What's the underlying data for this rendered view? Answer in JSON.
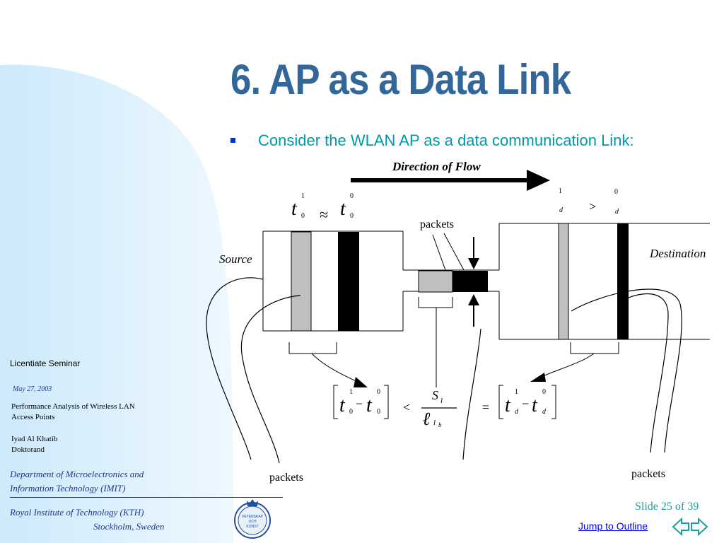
{
  "slide": {
    "title": "6. AP as a Data Link",
    "bullet": "Consider the WLAN AP as a data communication Link:"
  },
  "diagram": {
    "direction_label": "Direction of Flow",
    "source_label": "Source",
    "destination_label": "Destination",
    "packets_top": "packets",
    "packets_left": "packets",
    "packets_right": "packets",
    "source_eq": {
      "t": "t",
      "sup1": "1",
      "sub0a": "0",
      "approx": "≈",
      "t2": "t",
      "sup0": "0",
      "sub0b": "0"
    },
    "dest_eq": {
      "sup1": "1",
      "subd1": "d",
      "gt": ">",
      "sup0": "0",
      "subd2": "d"
    },
    "formula": {
      "left": {
        "t1": "t",
        "sup1": "1",
        "sub1": "0",
        "minus": "−",
        "t2": "t",
        "sup2": "0",
        "sub2": "0"
      },
      "lt": "<",
      "numerator": "S",
      "numerator_sub": "l",
      "denominator": "ℓ",
      "denominator_sub": "l",
      "denominator_sub2": "b",
      "eq": "=",
      "right": {
        "t1": "t",
        "sup1": "1",
        "sub1": "d",
        "minus": "−",
        "t2": "t",
        "sup2": "0",
        "sub2": "d"
      }
    }
  },
  "sidebar": {
    "seminar": "Licentiate Seminar",
    "date": "May 27, 2003",
    "thesis_line1": "Performance Analysis of Wireless LAN",
    "thesis_line2": "Access Points",
    "author": "Iyad Al  Khatib",
    "role": "Doktorand",
    "dept_line1": "Department of Microelectronics and",
    "dept_line2": "Information Technology (IMIT)",
    "inst_line1": "Royal Institute of  Technology   (KTH)",
    "inst_line2": "Stockholm, Sweden",
    "logo_text1": "VETENSKAP",
    "logo_text2": "OCH",
    "logo_text3": "KONST"
  },
  "footer": {
    "slide_number": "Slide 25 of 39",
    "jump": "Jump to Outline"
  },
  "colors": {
    "title": "#336699",
    "accent": "#0099aa",
    "wave": "#d6efff",
    "gray_bar": "#bfbfbf",
    "black_bar": "#000000"
  }
}
